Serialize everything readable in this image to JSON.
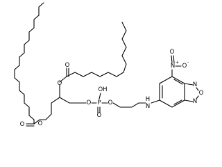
{
  "structure": {
    "atoms": {
      "o_ester1": "O",
      "o_carbonyl1": "O",
      "o_ester2": "O",
      "o_carbonyl2": "O",
      "o_phos_ester1": "O",
      "p_atom": "P",
      "oh_group": "OH",
      "o_phos_double": "O",
      "o_phos_ester2": "O",
      "n_amine": "N",
      "h_amine": "H",
      "n_nitro": "N",
      "o_nitro_up": "O",
      "o_nitro_right": "O",
      "n_ring_top": "N",
      "o_ring": "O",
      "n_ring_bottom": "N"
    },
    "charges": {
      "nitro_n_plus": "+",
      "nitro_o_minus": "-"
    }
  }
}
